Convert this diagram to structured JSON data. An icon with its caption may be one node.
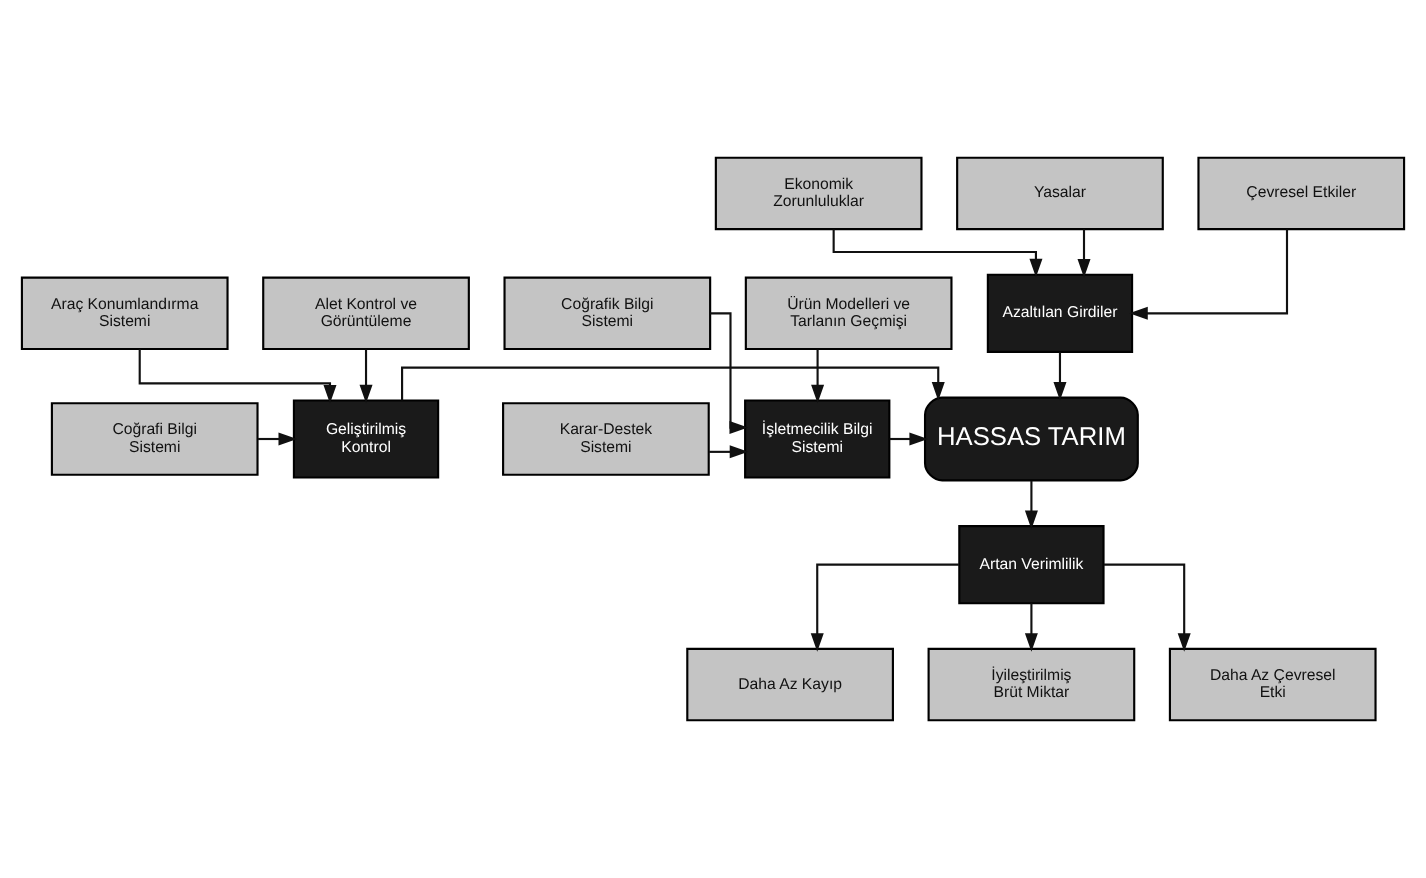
{
  "diagram": {
    "nodes": [
      {
        "text": [
          "Ekonomik Zorunluluklar"
        ]
      },
      {
        "text": [
          "Yasalar"
        ]
      },
      {
        "text": [
          "Çevresel Etkiler"
        ]
      },
      {
        "text": [
          "Azaltılan Girdiler"
        ]
      },
      {
        "text": [
          "Araç Konumlandırma Sistemi"
        ]
      },
      {
        "text": [
          "Coğrafik Bilgi Sistemi"
        ]
      },
      {
        "text": [
          "Coğrafi Bilgi Sistemi"
        ]
      },
      {
        "text": [
          "Geliştirilmiş Kontrol"
        ]
      },
      {
        "text": [
          "HASSAS TARIM"
        ]
      },
      {
        "text": [
          "İşletmecilik Bilgi Sistemi"
        ]
      },
      {
        "text": [
          "Karar-Destek Sistemi"
        ]
      },
      {
        "text": [
          "Alet Kontrol ve Görüntüleme"
        ]
      },
      {
        "text": [
          "Ürün Modelleri ve Tarlanın Geçmişi"
        ]
      },
      {
        "text": [
          "Artan Verimlilik"
        ]
      },
      {
        "text": [
          "Daha Az Kayıp"
        ]
      },
      {
        "text": [
          "İyileştirilmiş Brüt Miktar"
        ]
      },
      {
        "text": [
          "Daha Az Çevresel Etki"
        ]
      }
    ],
    "edges": [
      {
        "from": 0,
        "to": 3,
        "arrow": "to"
      },
      {
        "from": 1,
        "to": 3,
        "arrow": "to"
      },
      {
        "from": 2,
        "to": 3,
        "arrow": "to"
      },
      {
        "from": 4,
        "to": 7,
        "arrow": "to"
      },
      {
        "from": 6,
        "to": 7,
        "arrow": "to"
      },
      {
        "from": 11,
        "to": 7,
        "arrow": "to"
      },
      {
        "from": 5,
        "to": 9,
        "arrow": "to"
      },
      {
        "from": 10,
        "to": 9,
        "arrow": "to"
      },
      {
        "from": 12,
        "to": 9,
        "arrow": "to"
      },
      {
        "from": 3,
        "to": 8,
        "arrow": "to"
      },
      {
        "from": 7,
        "to": 8,
        "arrow": "to"
      },
      {
        "from": 9,
        "to": 8,
        "arrow": "to"
      },
      {
        "from": 8,
        "to": 13,
        "arrow": "to"
      },
      {
        "from": 13,
        "to": 14,
        "arrow": "to"
      },
      {
        "from": 13,
        "to": 15,
        "arrow": "to"
      },
      {
        "from": 13,
        "to": 16,
        "arrow": "to"
      }
    ]
  }
}
